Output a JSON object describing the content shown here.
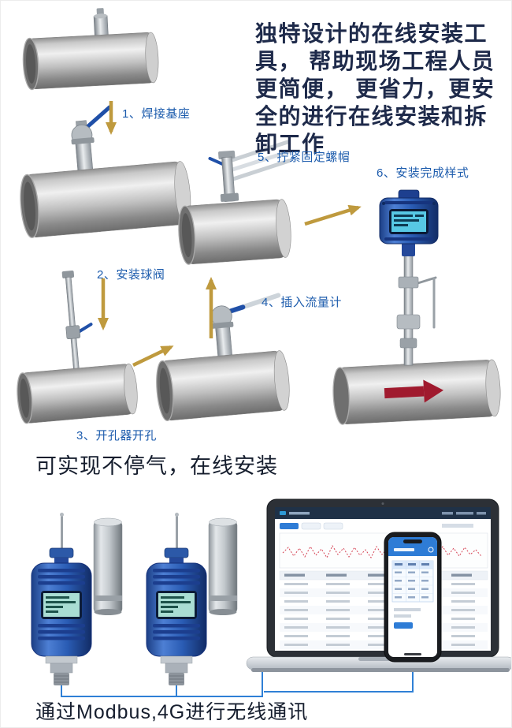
{
  "intro": {
    "lines": [
      "独特设计的在线安装工",
      "具， 帮助现场工程人员",
      "更简便， 更省力，更安",
      "全的进行在线安装和拆",
      "卸工作"
    ]
  },
  "steps": [
    {
      "label": "1、焊接基座"
    },
    {
      "label": "2、安装球阀"
    },
    {
      "label": "3、开孔器开孔"
    },
    {
      "label": "4、插入流量计"
    },
    {
      "label": "5、拧紧固定螺帽"
    },
    {
      "label": "6、安装完成样式"
    }
  ],
  "captions": {
    "online_install": "可实现不停气，在线安装",
    "communication": "通过Modbus,4G进行无线通讯"
  },
  "colors": {
    "step_label_blue": "#1d5cad",
    "arrow_gold": "#bf9a3e",
    "flow_arrow_red": "#a01a2e",
    "wire_blue": "#2f80d6",
    "device_blue": "#2a5cb4",
    "text_navy": "#1e2a4a"
  }
}
